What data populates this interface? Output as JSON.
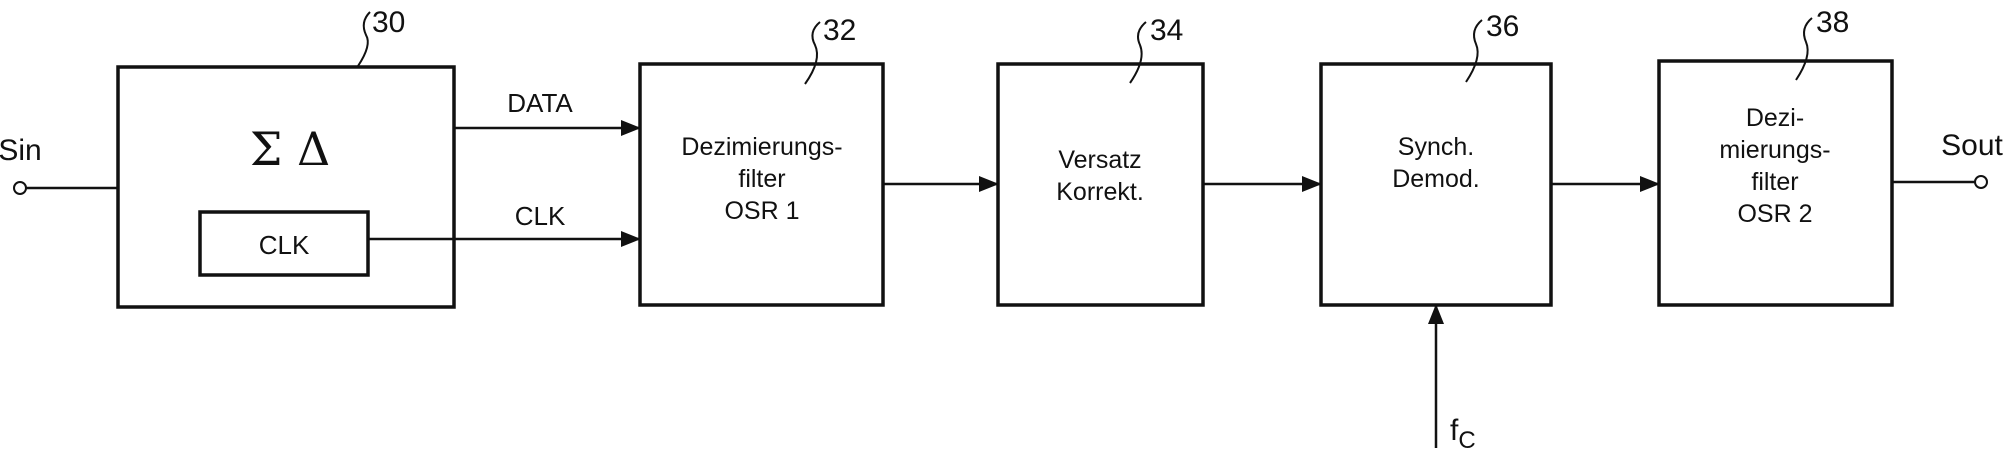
{
  "input_label": "Sin",
  "output_label": "Sout",
  "carrier_label": "f",
  "carrier_subscript": "C",
  "signals": {
    "data": "DATA",
    "clk": "CLK"
  },
  "blocks": [
    {
      "ref": "30",
      "symbol": "Σ Δ",
      "inner": "CLK"
    },
    {
      "ref": "32",
      "lines": [
        "Dezimierungs-",
        "filter",
        "OSR 1"
      ]
    },
    {
      "ref": "34",
      "lines": [
        "Versatz",
        "Korrekt."
      ]
    },
    {
      "ref": "36",
      "lines": [
        "Synch.",
        "Demod."
      ]
    },
    {
      "ref": "38",
      "lines": [
        "Dezi-",
        "mierungs-",
        "filter",
        "OSR 2"
      ]
    }
  ]
}
